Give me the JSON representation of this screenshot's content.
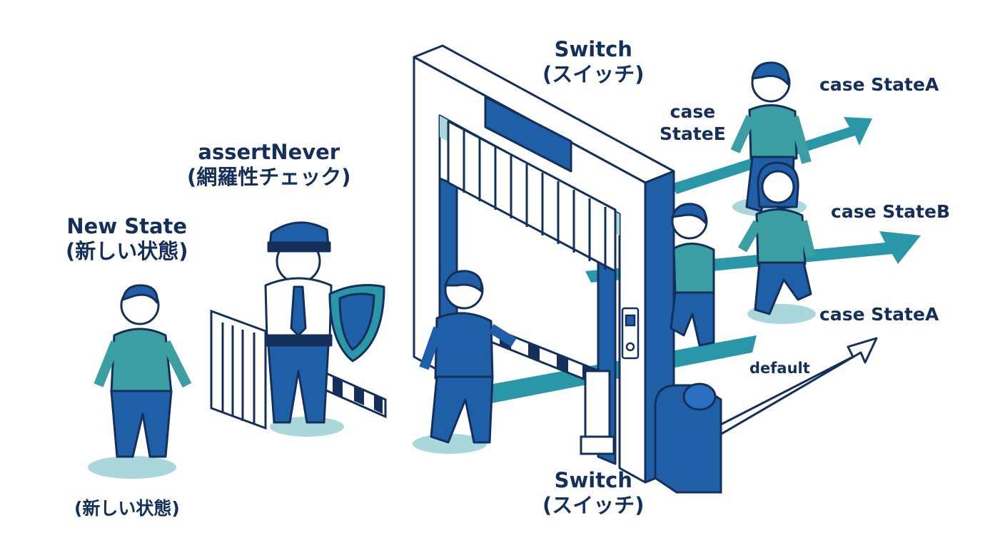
{
  "labels": {
    "switch_top": {
      "title": "Switch",
      "sub": "(スイッチ)"
    },
    "switch_bottom": {
      "title": "Switch",
      "sub": "(スイッチ)"
    },
    "assert_never": {
      "title": "assertNever",
      "sub": "(網羅性チェック)"
    },
    "new_state": {
      "title": "New State",
      "sub": "(新しい状態)"
    },
    "new_state_bottom": "(新しい状態)",
    "case_state_e": {
      "line1": "case",
      "line2": "StateE"
    },
    "case_state_a_top": "case StateA",
    "case_state_b": "case StateB",
    "case_state_a_bottom": "case StateA",
    "default": "default"
  },
  "colors": {
    "navy": "#14305a",
    "blue": "#1f5fa8",
    "teal": "#2a97a8",
    "teal_light": "#a9d7dc",
    "shirt_teal": "#3a9ea3",
    "white": "#ffffff"
  }
}
